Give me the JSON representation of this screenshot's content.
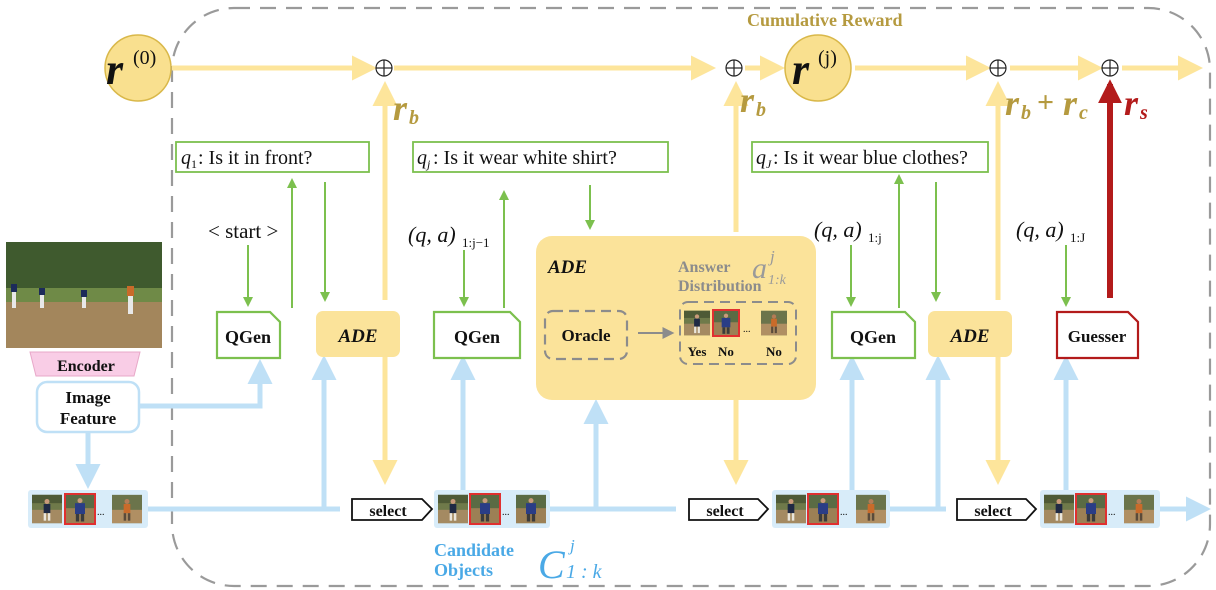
{
  "header": {
    "cumulative_reward": "Cumulative Reward"
  },
  "rewards": {
    "r0_base": "r",
    "r0_sup": "(0)",
    "rj_base": "r",
    "rj_sup": "(j)",
    "rb1": "r",
    "rb1_sub": "b",
    "rb2": "r",
    "rb2_sub": "b",
    "rbc_a": "r",
    "rbc_a_sub": "b",
    "rbc_plus": "+",
    "rbc_b": "r",
    "rbc_b_sub": "c",
    "rs": "r",
    "rs_sub": "s"
  },
  "questions": {
    "q1": {
      "var": "q",
      "sub": "1",
      "text": ": Is it in front?"
    },
    "qj": {
      "var": "q",
      "sub": "j",
      "text": ": Is it wear white shirt?"
    },
    "qJ": {
      "var": "q",
      "sub": "J",
      "text": ": Is it wear blue clothes?"
    }
  },
  "histories": {
    "start": "< start >",
    "h1": {
      "body": "(q, a)",
      "sub": "1:j−1"
    },
    "h2": {
      "body": "(q, a)",
      "sub": "1:j"
    },
    "h3": {
      "body": "(q, a)",
      "sub": "1:J"
    }
  },
  "modules": {
    "qgen": "QGen",
    "ade": "ADE",
    "oracle": "Oracle",
    "guesser": "Guesser",
    "encoder": "Encoder",
    "image_feature_line1": "Image",
    "image_feature_line2": "Feature",
    "select": "select"
  },
  "ade_detail": {
    "title": "ADE",
    "answer_line1": "Answer",
    "answer_line2": "Distribution",
    "a_var": "a",
    "a_sup": "j",
    "a_sub": "1:k",
    "labels": [
      "Yes",
      "No",
      "No"
    ],
    "ellipsis": "..."
  },
  "candidates": {
    "line1": "Candidate",
    "line2": "Objects",
    "c_var": "C",
    "c_sup": "j",
    "c_sub": "1 : k",
    "ellipsis": "..."
  },
  "colors": {
    "yellow_line": "#fde59b",
    "yellow_fill": "#fbe39a",
    "yellow_circle": "#f9e08f",
    "reward_text": "#b59a3f",
    "blue_line": "#bfe0f6",
    "blue_text": "#4aa9e6",
    "green": "#7cc04e",
    "red": "#b31b1b",
    "gray": "#8c8c8c",
    "pink": "#f9cde6"
  }
}
